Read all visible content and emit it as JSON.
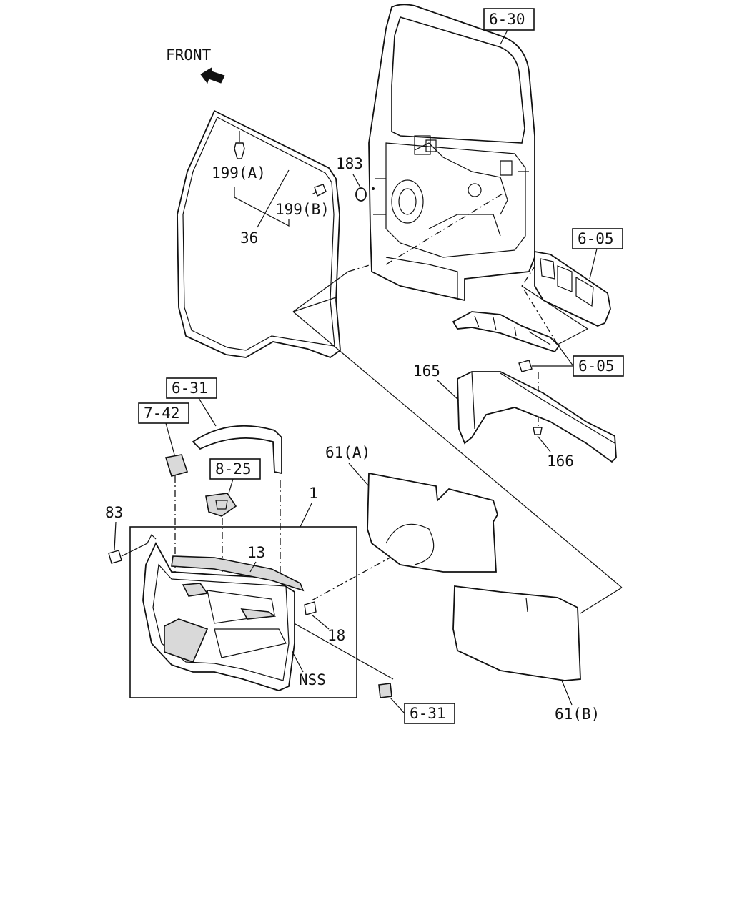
{
  "front_label": "FRONT",
  "ref_boxes": {
    "door_panel": "6-30",
    "trim_upper_a": "6-05",
    "trim_upper_b": "6-05",
    "grip_handle": "6-31",
    "grip_cap": "7-42",
    "switch": "8-25",
    "cap_lower": "6-31"
  },
  "part_labels": {
    "clip_a": "199(A)",
    "clip_b": "199(B)",
    "weatherstrip": "36",
    "plug": "183",
    "lower_trim": "165",
    "screw": "166",
    "sheet_a": "61(A)",
    "sheet_b": "61(B)",
    "trim_assembly": "1",
    "bolt": "83",
    "strip": "13",
    "clip": "18",
    "nss": "NSS"
  }
}
